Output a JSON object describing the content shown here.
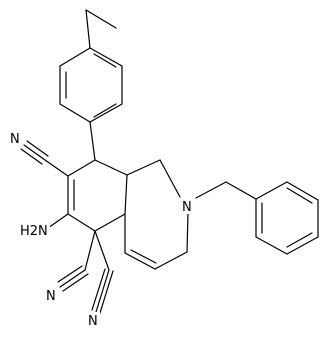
{
  "molecule": {
    "atom_labels": {
      "nitrile_n_top": "N",
      "nitrile_n_bottom_left": "N",
      "nitrile_n_bottom_right": "N",
      "amino_group": "H2N",
      "amine_ring_n": "N"
    }
  }
}
